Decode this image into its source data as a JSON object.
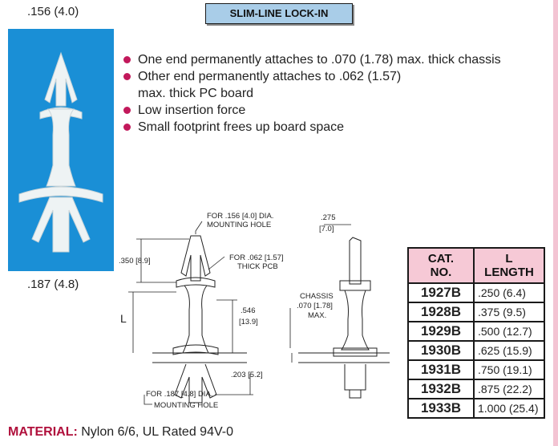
{
  "header": {
    "title": "SLIM-LINE LOCK-IN",
    "dim_top": ".156 (4.0)",
    "dim_bottom": ".187 (4.8)"
  },
  "features": [
    "One end permanently attaches to .070 (1.78) max. thick chassis",
    "Other end permanently attaches to .062 (1.57) max. thick PC board",
    "Low insertion force",
    "Small footprint frees up board space"
  ],
  "drawing": {
    "top_hole_1": "FOR .156 [4.0] DIA.",
    "top_hole_2": "MOUNTING HOLE",
    "pcb_1": "FOR .062 [1.57]",
    "pcb_2": "THICK PCB",
    "dim_350": ".350 [8.9]",
    "dim_275_a": ".275",
    "dim_275_b": "[7.0]",
    "chassis_1": "CHASSIS",
    "chassis_2": ".070 [1.78]",
    "chassis_3": "MAX.",
    "dim_546_a": ".546",
    "dim_546_b": "[13.9]",
    "l_label": "L",
    "dim_203": ".203 [5.2]",
    "bot_hole_1": "FOR .187 [4.8] DIA.",
    "bot_hole_2": "MOUNTING HOLE"
  },
  "table": {
    "col1_l1": "CAT.",
    "col1_l2": "NO.",
    "col2_l1": "L",
    "col2_l2": "LENGTH",
    "rows": [
      {
        "cat": "1927B",
        "length": ".250 (6.4)"
      },
      {
        "cat": "1928B",
        "length": ".375 (9.5)"
      },
      {
        "cat": "1929B",
        "length": ".500 (12.7)"
      },
      {
        "cat": "1930B",
        "length": ".625 (15.9)"
      },
      {
        "cat": "1931B",
        "length": ".750 (19.1)"
      },
      {
        "cat": "1932B",
        "length": ".875 (22.2)"
      },
      {
        "cat": "1933B",
        "length": "1.000 (25.4)"
      }
    ]
  },
  "material": {
    "label": "MATERIAL:",
    "value": " Nylon 6/6, UL Rated 94V-0"
  },
  "colors": {
    "title_bg": "#a9cde8",
    "photo_bg": "#1a8fd6",
    "accent": "#c2185b",
    "table_header_bg": "#f6c9d6"
  }
}
